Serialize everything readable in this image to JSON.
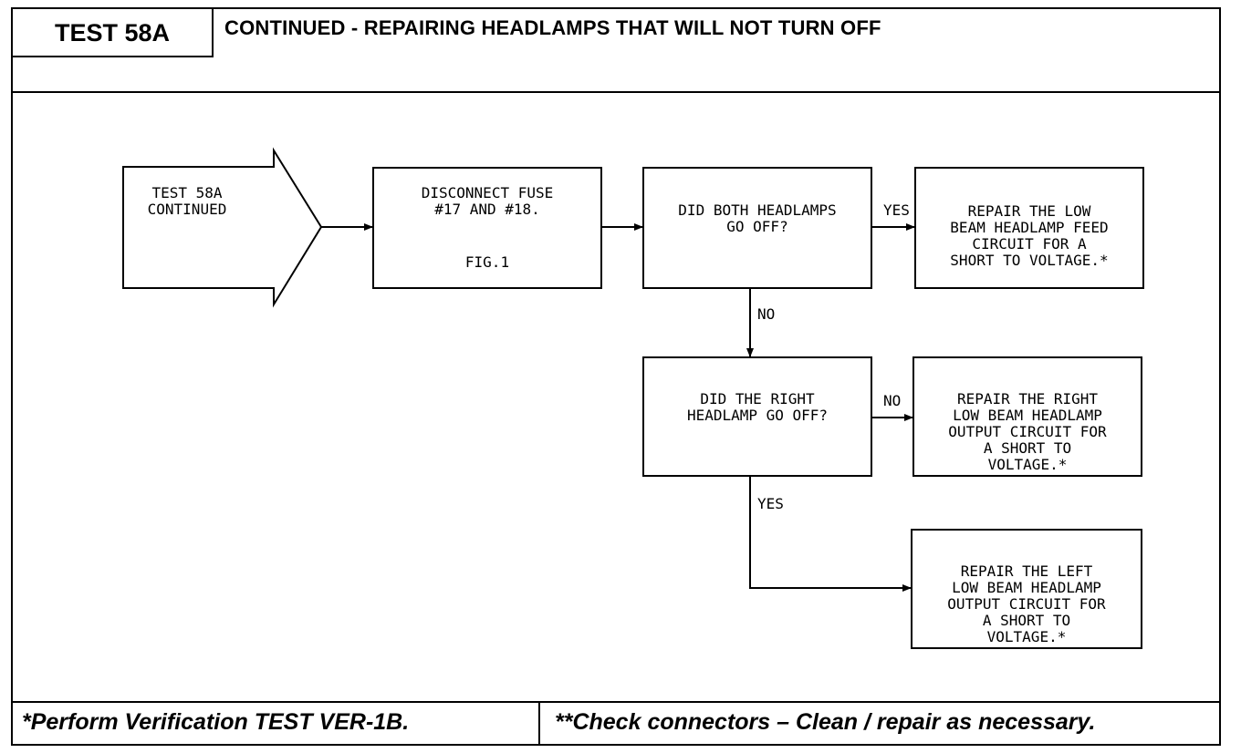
{
  "header": {
    "test_id": "TEST 58A",
    "title": "CONTINUED -  REPAIRING HEADLAMPS THAT WILL NOT TURN OFF"
  },
  "flow": {
    "start": "TEST 58A\nCONTINUED",
    "disconnect": "DISCONNECT FUSE\n#17 AND #18.",
    "fig": "FIG.1",
    "q_both": "DID BOTH HEADLAMPS\nGO OFF?",
    "yes_1": "YES",
    "repair_low_feed": "REPAIR THE LOW\nBEAM HEADLAMP FEED\nCIRCUIT FOR A\nSHORT TO VOLTAGE.*",
    "no_1": "NO",
    "q_right": "DID THE RIGHT\nHEADLAMP GO OFF?",
    "no_2": "NO",
    "repair_right": "REPAIR THE RIGHT\nLOW BEAM HEADLAMP\nOUTPUT CIRCUIT FOR\nA SHORT TO\nVOLTAGE.*",
    "yes_2": "YES",
    "repair_left": "REPAIR THE LEFT\nLOW BEAM HEADLAMP\nOUTPUT CIRCUIT FOR\nA SHORT TO\nVOLTAGE.*"
  },
  "footer": {
    "left": "*Perform Verification TEST VER-1B.",
    "right": "**Check connectors – Clean / repair as necessary."
  }
}
